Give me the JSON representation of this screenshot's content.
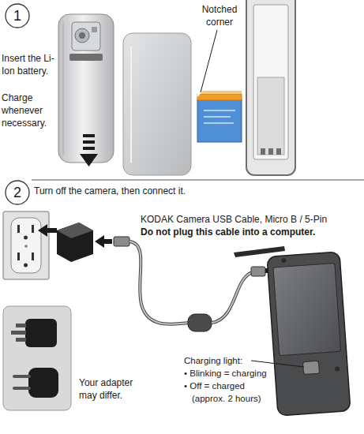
{
  "diagram": {
    "nodes": [
      {
        "text": [
          "1"
        ]
      },
      {
        "text": [
          "2"
        ]
      }
    ],
    "labels": [
      "Insert the Li-Ion battery.",
      "Charge whenever necessary.",
      "Notched corner",
      "Turn off the camera, then connect it.",
      "KODAK Camera USB Cable, Micro B / 5-Pin",
      "Do not plug this cable into a computer.",
      "Your adapter may differ.",
      "Charging light:",
      "• Blinking = charging",
      "• Off = charged",
      "(approx. 2 hours)"
    ]
  }
}
